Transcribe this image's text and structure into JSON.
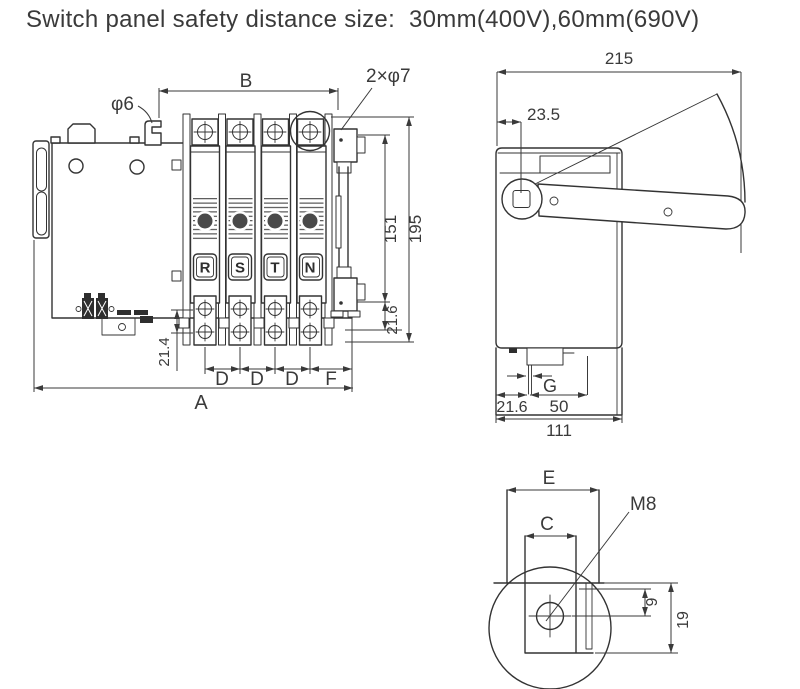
{
  "title": "Switch panel safety distance size:  30mm(400V),60mm(690V)",
  "colors": {
    "line": "#333333",
    "dimension": "#3a3a3a",
    "text": "#3a3a3a",
    "dark_fill": "#2e2e2e",
    "background": "#ffffff"
  },
  "front_view": {
    "dims": {
      "b": "B",
      "phi6": "φ6",
      "two_phi7": "2×φ7",
      "h151": "151",
      "h195": "195",
      "v21_6": "21.6",
      "v21_4": "21.4",
      "a": "A"
    },
    "segment_labels": [
      "D",
      "D",
      "D",
      "F"
    ],
    "pole_labels": [
      "R",
      "S",
      "T",
      "N"
    ]
  },
  "side_view": {
    "dims": {
      "w215": "215",
      "w23_5": "23.5",
      "g": "G",
      "w21_6": "21.6",
      "w50": "50",
      "w111": "111"
    }
  },
  "detail_view": {
    "dims": {
      "e": "E",
      "c": "C",
      "thread": "M8",
      "h9": "9",
      "h19": "19"
    }
  }
}
